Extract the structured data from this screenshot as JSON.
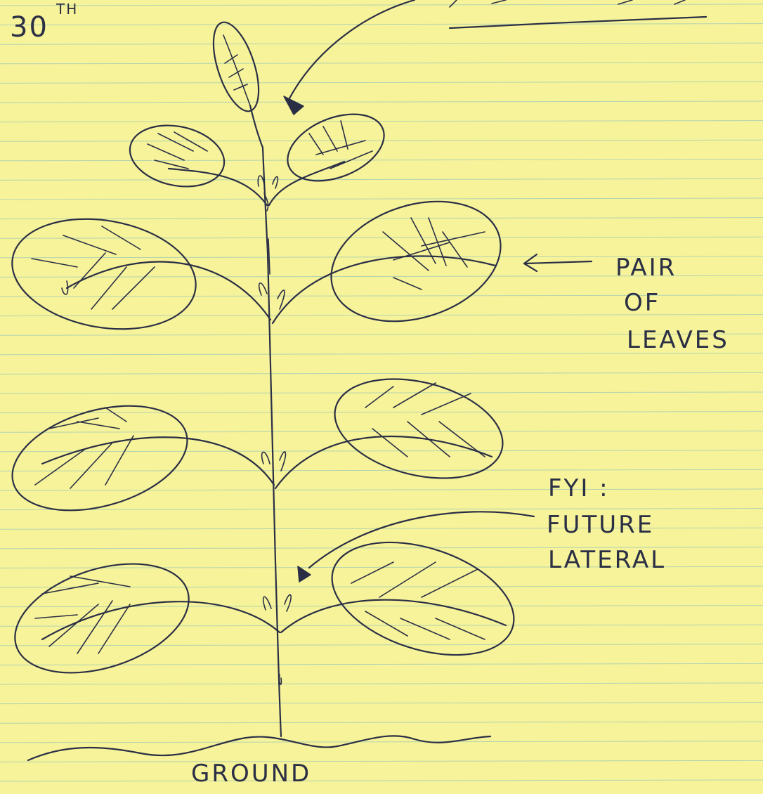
{
  "colors": {
    "paper": "#f7f39a",
    "rule_line": "#9cc9b7",
    "ink": "#2b2f45"
  },
  "annotations": {
    "date_number": "30",
    "date_suffix": "TH",
    "pair_of_leaves_line1": "PAIR",
    "pair_of_leaves_line2": "OF",
    "pair_of_leaves_line3": "LEAVES",
    "fyi_line1": "FYI :",
    "fyi_line2": "FUTURE",
    "fyi_line3": "LATERAL",
    "ground": "GROUND"
  }
}
